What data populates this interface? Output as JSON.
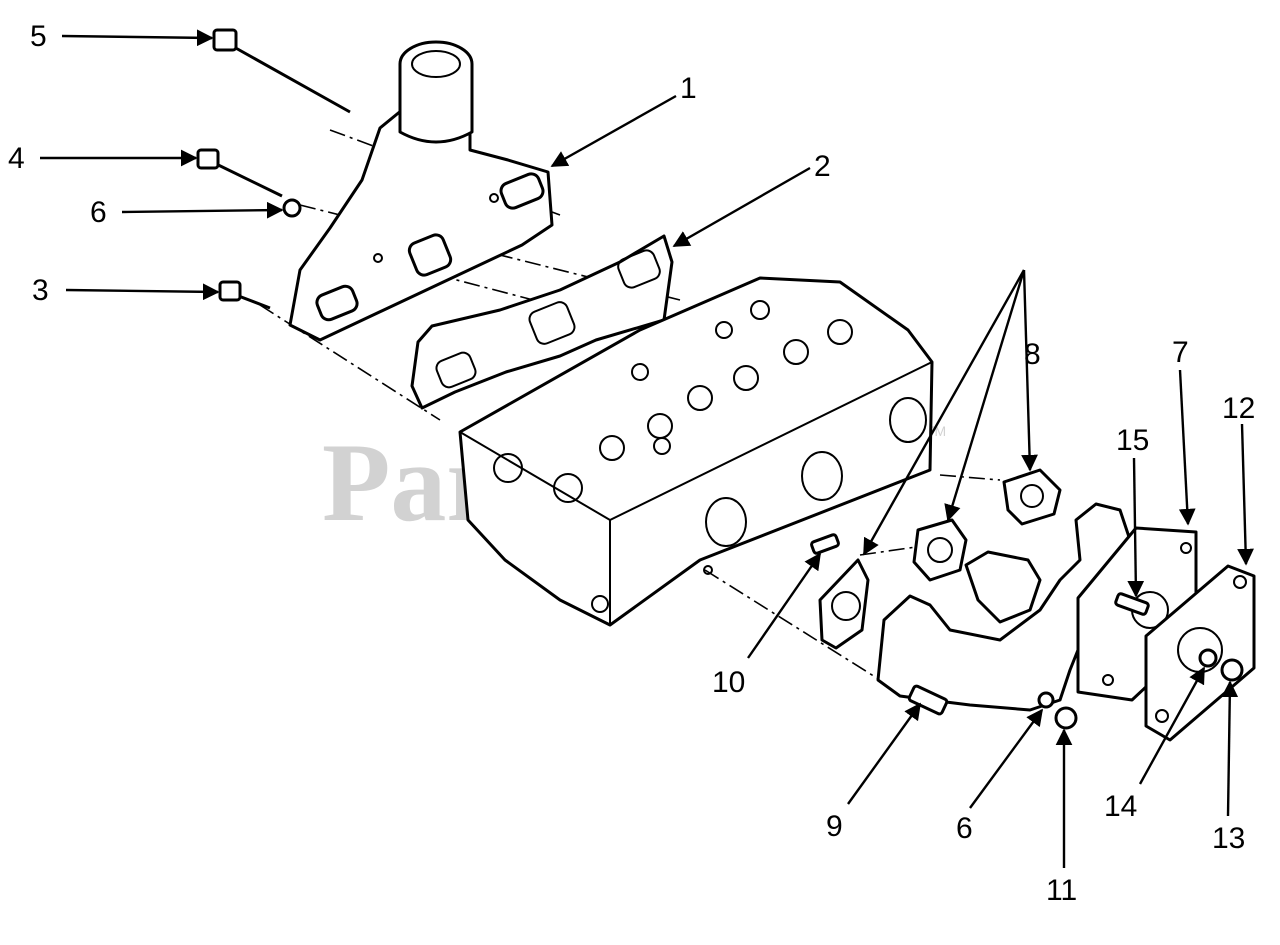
{
  "watermark": {
    "text": "PartsTree",
    "trademark": "TM"
  },
  "callouts": [
    {
      "id": "c5",
      "label": "5"
    },
    {
      "id": "c4",
      "label": "4"
    },
    {
      "id": "c6a",
      "label": "6"
    },
    {
      "id": "c3",
      "label": "3"
    },
    {
      "id": "c1",
      "label": "1"
    },
    {
      "id": "c2",
      "label": "2"
    },
    {
      "id": "c8",
      "label": "8"
    },
    {
      "id": "c7",
      "label": "7"
    },
    {
      "id": "c12",
      "label": "12"
    },
    {
      "id": "c15",
      "label": "15"
    },
    {
      "id": "c10",
      "label": "10"
    },
    {
      "id": "c9",
      "label": "9"
    },
    {
      "id": "c6b",
      "label": "6"
    },
    {
      "id": "c11",
      "label": "11"
    },
    {
      "id": "c14",
      "label": "14"
    },
    {
      "id": "c13",
      "label": "13"
    }
  ]
}
